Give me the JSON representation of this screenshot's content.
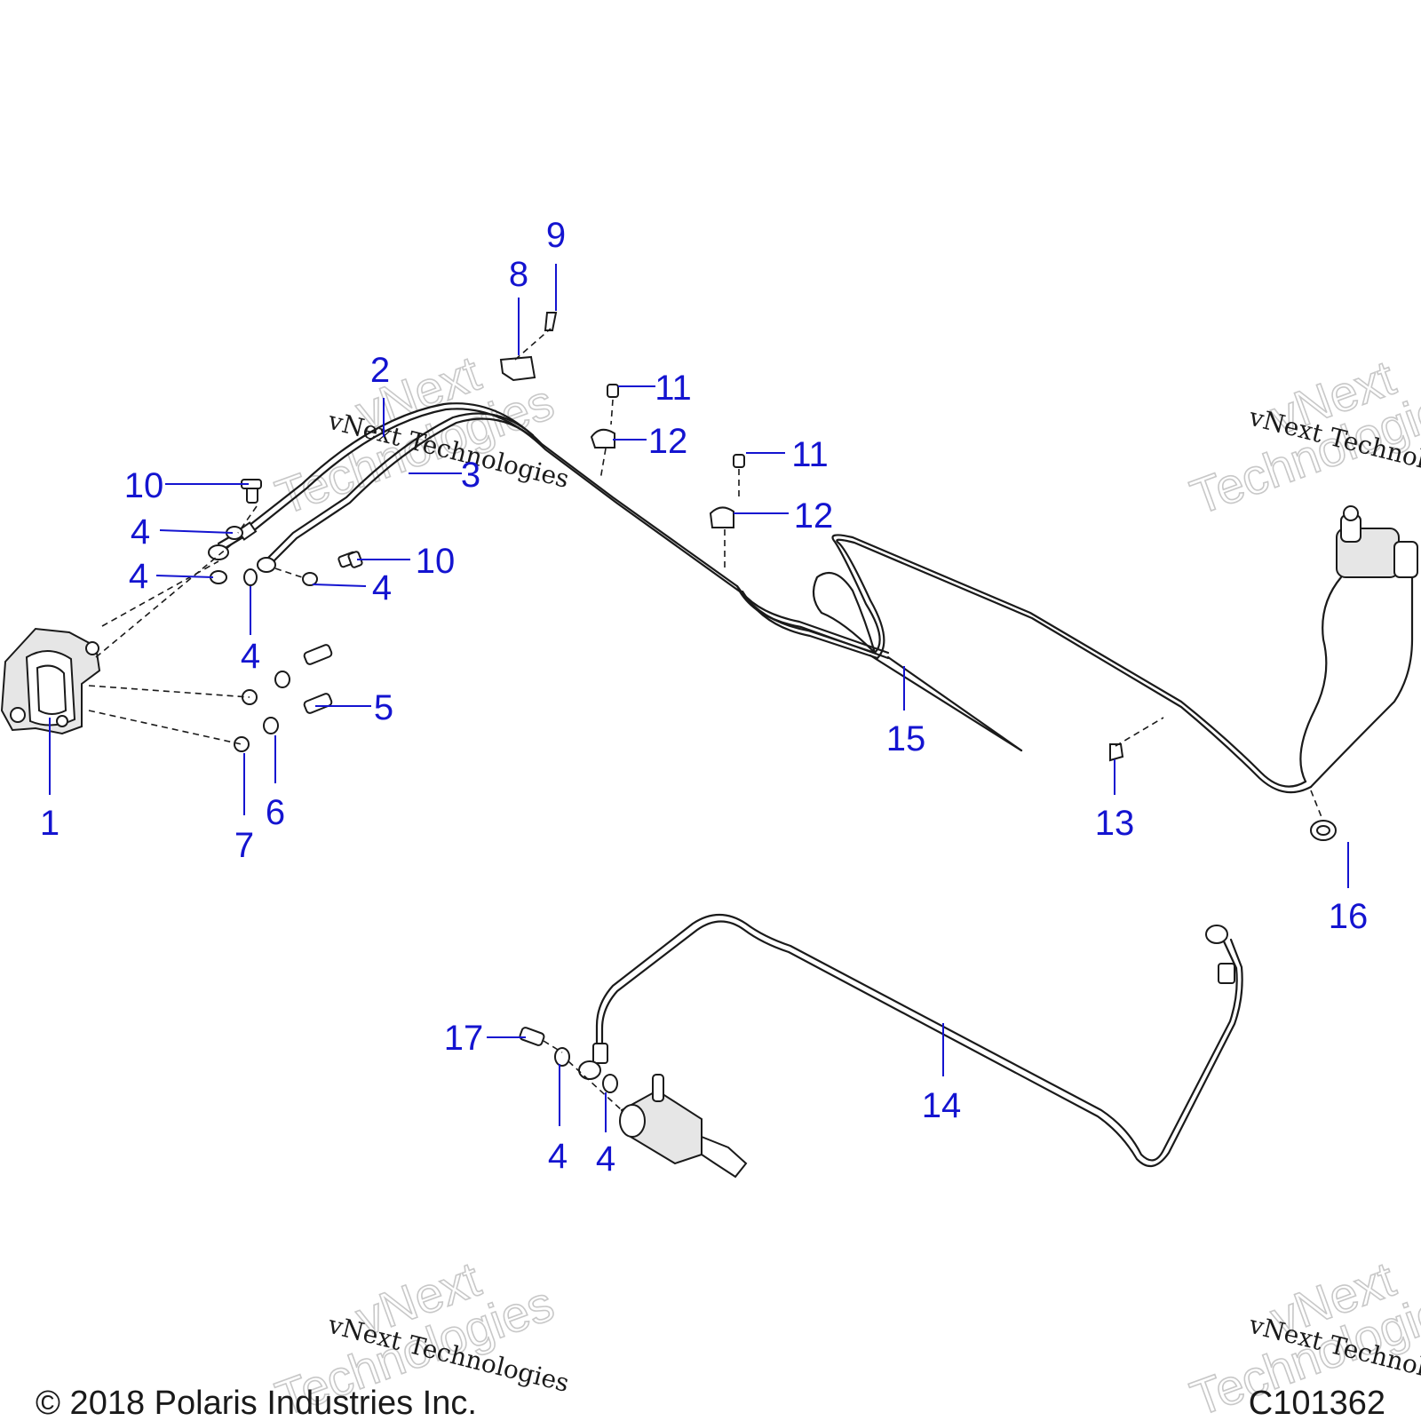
{
  "callouts": {
    "c1": "1",
    "c2": "2",
    "c3": "3",
    "c4a": "4",
    "c4b": "4",
    "c4c": "4",
    "c4d": "4",
    "c4e": "4",
    "c4f": "4",
    "c5": "5",
    "c6": "6",
    "c7": "7",
    "c8": "8",
    "c9": "9",
    "c10a": "10",
    "c10b": "10",
    "c11a": "11",
    "c11b": "11",
    "c12a": "12",
    "c12b": "12",
    "c13": "13",
    "c14": "14",
    "c15": "15",
    "c16": "16",
    "c17": "17"
  },
  "watermark": {
    "text": "vNext Technologies",
    "word1": "vNext",
    "word2": "Technologies"
  },
  "footer": {
    "copyright": "© 2018 Polaris Industries Inc.",
    "figure_id": "C101362"
  },
  "colors": {
    "callout": "#1414d0",
    "line": "#1a1a1a"
  }
}
